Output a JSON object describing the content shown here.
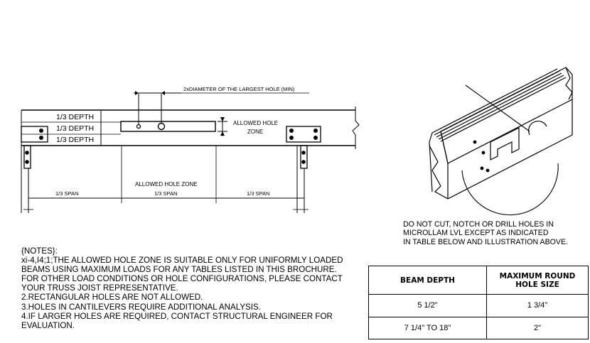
{
  "diagram": {
    "dimension_label": "2xDIAMETER OF THE LARGEST HOLE (MIN)",
    "depth_labels": [
      "1/3 DEPTH",
      "1/3 DEPTH",
      "1/3 DEPTH"
    ],
    "allowed_hole_zone_side": [
      "ALLOWED HOLE",
      "ZONE"
    ],
    "allowed_hole_zone_span": "ALLOWED HOLE ZONE",
    "span_labels": [
      "1/3 SPAN",
      "1/3 SPAN",
      "1/3 SPAN"
    ]
  },
  "caution": {
    "lines": [
      "DO NOT CUT, NOTCH OR DRILL HOLES IN",
      "MICROLLAM LVL EXCEPT AS INDICATED",
      "IN TABLE BELOW AND ILLUSTRATION ABOVE."
    ]
  },
  "notes": {
    "lines": [
      "{NOTES}:",
      "xi-4,I4;1;THE ALLOWED HOLE ZONE IS SUITABLE ONLY FOR UNIFORMLY LOADED",
      "BEAMS USING MAXIMUM LOADS FOR ANY TABLES LISTED IN THIS BROCHURE.",
      "FOR OTHER LOAD CONDITIONS OR HOLE CONFIGURATIONS, PLEASE CONTACT",
      "YOUR TRUSS JOIST REPRESENTATIVE.",
      "2.RECTANGULAR HOLES ARE NOT ALLOWED.",
      "3.HOLES IN CANTILEVERS REQUIRE ADDITIONAL ANALYSIS.",
      "4.IF LARGER HOLES ARE REQUIRED, CONTACT STRUCTURAL ENGINEER FOR",
      "EVALUATION."
    ]
  },
  "table": {
    "headers": [
      "BEAM DEPTH",
      "MAXIMUM ROUND",
      "HOLE SIZE"
    ],
    "rows": [
      [
        "5 1/2\"",
        "1 3/4\""
      ],
      [
        "7 1/4\" TO 18\"",
        "2\""
      ]
    ]
  }
}
